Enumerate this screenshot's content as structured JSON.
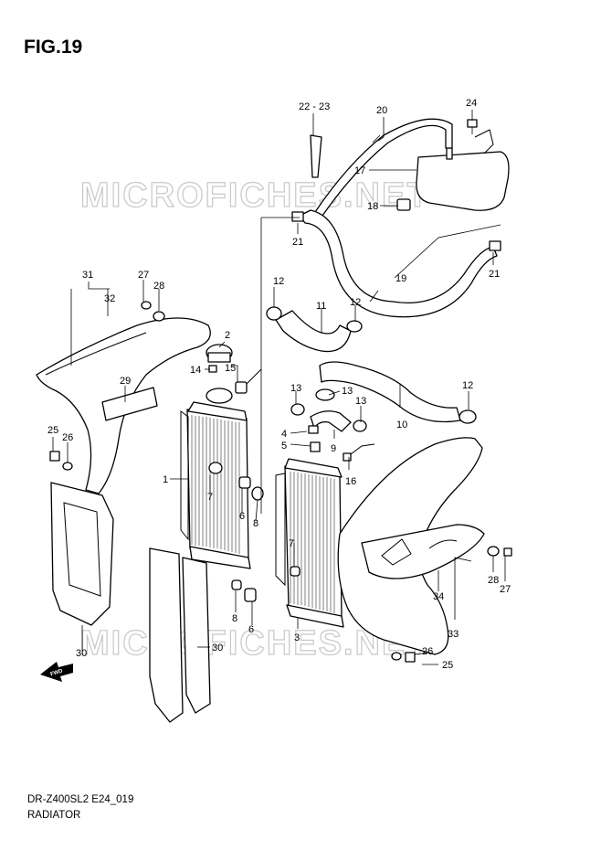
{
  "figure_title": "FIG.19",
  "footer": {
    "code": "DR-Z400SL2 E24_019",
    "section": "RADIATOR"
  },
  "watermark": "MICROFICHES.NET",
  "fwd_badge": "FWD",
  "callouts": {
    "c1": "1",
    "c2": "2",
    "c3": "3",
    "c4": "4",
    "c5": "5",
    "c6a": "6",
    "c6b": "6",
    "c7a": "7",
    "c7b": "7",
    "c8a": "8",
    "c8b": "8",
    "c9": "9",
    "c10": "10",
    "c11": "11",
    "c12a": "12",
    "c12b": "12",
    "c12c": "12",
    "c13a": "13",
    "c13b": "13",
    "c13c": "13",
    "c14": "14",
    "c15": "15",
    "c16": "16",
    "c17": "17",
    "c18": "18",
    "c19": "19",
    "c20": "20",
    "c21a": "21",
    "c21b": "21",
    "c2223": "22 - 23",
    "c24": "24",
    "c25a": "25",
    "c25b": "25",
    "c26a": "26",
    "c26b": "26",
    "c27a": "27",
    "c27b": "27",
    "c28a": "28",
    "c28b": "28",
    "c29": "29",
    "c30a": "30",
    "c30b": "30",
    "c31": "31",
    "c32": "32",
    "c33": "33",
    "c34": "34"
  }
}
